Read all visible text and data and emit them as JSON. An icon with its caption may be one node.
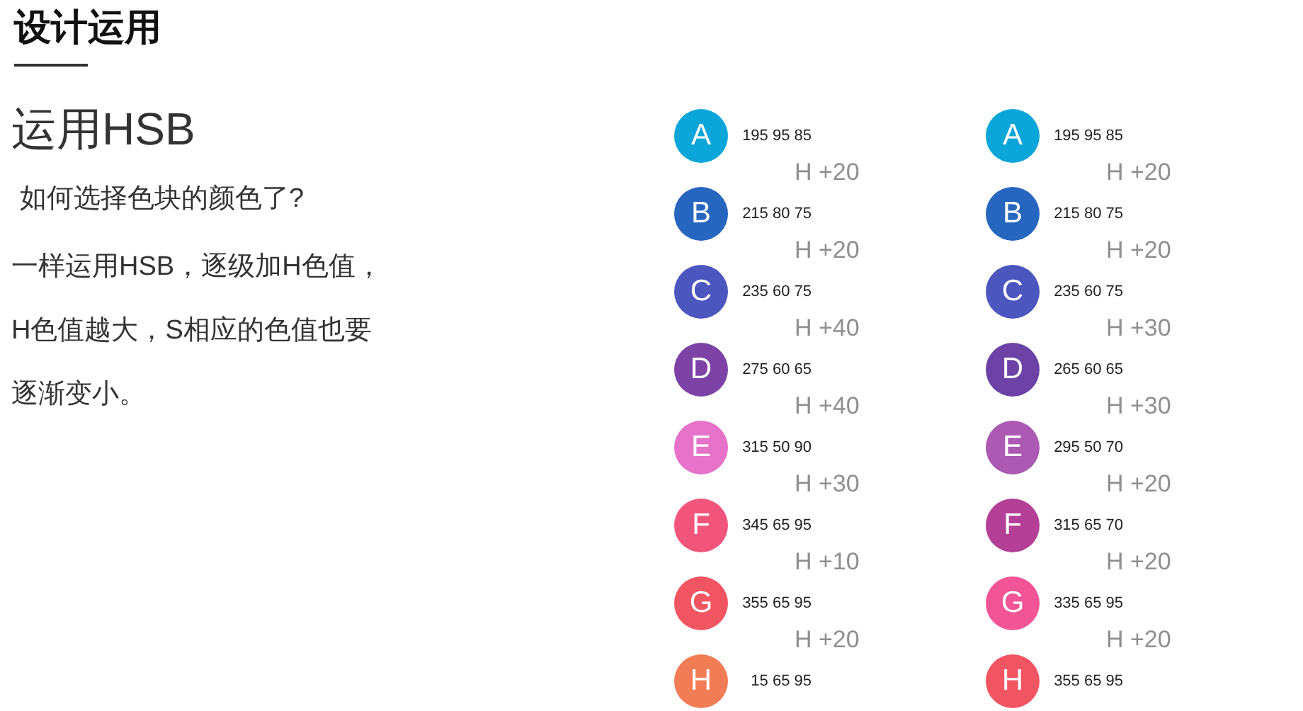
{
  "diagram": {
    "title": "设计运用",
    "nodes": [
      {
        "text": [
          "A"
        ],
        "beside": [
          "195 95 85"
        ]
      },
      {
        "text": [
          "B"
        ],
        "beside": [
          "215 80 75"
        ]
      },
      {
        "text": [
          "C"
        ],
        "beside": [
          "235 60 75"
        ]
      },
      {
        "text": [
          "D"
        ],
        "beside": [
          "275 60 65"
        ]
      },
      {
        "text": [
          "E"
        ],
        "beside": [
          "315 50 90"
        ]
      },
      {
        "text": [
          "F"
        ],
        "beside": [
          "345 65 95"
        ]
      },
      {
        "text": [
          "G"
        ],
        "beside": [
          "355 65 95"
        ]
      },
      {
        "text": [
          "H"
        ],
        "beside": [
          "15 65 95"
        ]
      },
      {
        "text": [
          "A"
        ],
        "beside": [
          "195 95 85"
        ]
      },
      {
        "text": [
          "B"
        ],
        "beside": [
          "215 80 75"
        ]
      },
      {
        "text": [
          "C"
        ],
        "beside": [
          "235 60 75"
        ]
      },
      {
        "text": [
          "D"
        ],
        "beside": [
          "265 60 65"
        ]
      },
      {
        "text": [
          "E"
        ],
        "beside": [
          "295 50 70"
        ]
      },
      {
        "text": [
          "F"
        ],
        "beside": [
          "315 65 70"
        ]
      },
      {
        "text": [
          "G"
        ],
        "beside": [
          "335 65 95"
        ]
      },
      {
        "text": [
          "H"
        ],
        "beside": [
          "355 65 95"
        ]
      }
    ],
    "labels": [
      "运用HSB",
      "如何选择色块的颜色了?",
      "一样运用HSB，逐级加H色值，H色值越大，S相应的色值也要逐渐变小。",
      "H +20",
      "H +20",
      "H +40",
      "H +40",
      "H +30",
      "H +10",
      "H +20",
      "H +20",
      "H +20",
      "H +30",
      "H +30",
      "H +20",
      "H +20",
      "H +20"
    ]
  }
}
